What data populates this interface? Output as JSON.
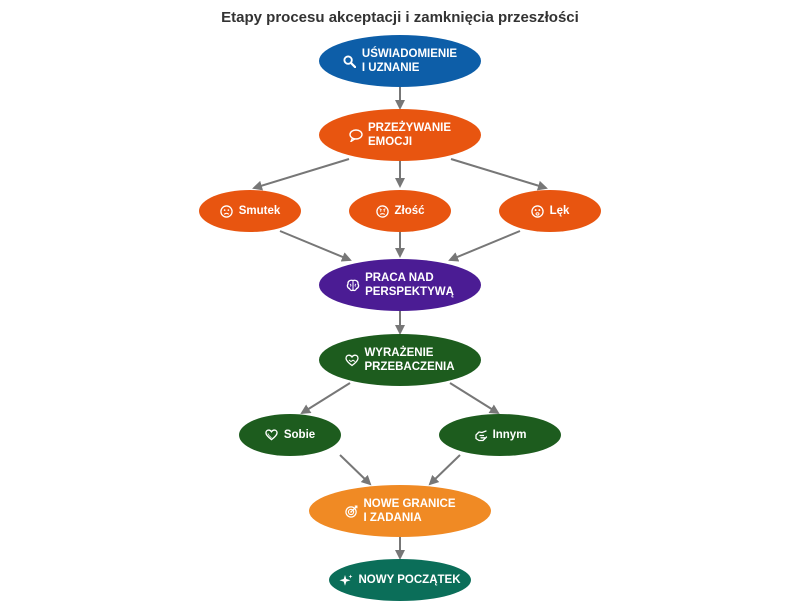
{
  "title": "Etapy procesu akceptacji i zamknięcia przeszłości",
  "colors": {
    "blue": "#0d5ea8",
    "orange_dark": "#e85510",
    "orange_light": "#f08a24",
    "purple": "#4b1c94",
    "green": "#1d5c1e",
    "teal": "#0b6e59",
    "edge": "#777777"
  },
  "nodes": {
    "uswiadomienie": {
      "label": "UŚWIADOMIENIE\nI UZNANIE",
      "icon": "magnifier-icon"
    },
    "przezywanie": {
      "label": "PRZEŻYWANIE\nEMOCJI",
      "icon": "speech-bubble-icon"
    },
    "smutek": {
      "label": "Smutek",
      "icon": "sad-face-icon"
    },
    "zlosc": {
      "label": "Złość",
      "icon": "angry-face-icon"
    },
    "lek": {
      "label": "Lęk",
      "icon": "fearful-face-icon"
    },
    "praca": {
      "label": "PRACA NAD\nPERSPEKTYWĄ",
      "icon": "brain-icon"
    },
    "wyrazenie": {
      "label": "WYRAŻENIE\nPRZEBACZENIA",
      "icon": "handshake-heart-icon"
    },
    "sobie": {
      "label": "Sobie",
      "icon": "heart-icon"
    },
    "innym": {
      "label": "Innym",
      "icon": "hand-icon"
    },
    "granice": {
      "label": "NOWE GRANICE\nI ZADANIA",
      "icon": "target-icon"
    },
    "poczatek": {
      "label": "NOWY POCZĄTEK",
      "icon": "sparkles-icon"
    }
  },
  "edges": [
    [
      "uswiadomienie",
      "przezywanie"
    ],
    [
      "przezywanie",
      "smutek"
    ],
    [
      "przezywanie",
      "zlosc"
    ],
    [
      "przezywanie",
      "lek"
    ],
    [
      "smutek",
      "praca"
    ],
    [
      "zlosc",
      "praca"
    ],
    [
      "lek",
      "praca"
    ],
    [
      "praca",
      "wyrazenie"
    ],
    [
      "wyrazenie",
      "sobie"
    ],
    [
      "wyrazenie",
      "innym"
    ],
    [
      "sobie",
      "granice"
    ],
    [
      "innym",
      "granice"
    ],
    [
      "granice",
      "poczatek"
    ]
  ]
}
